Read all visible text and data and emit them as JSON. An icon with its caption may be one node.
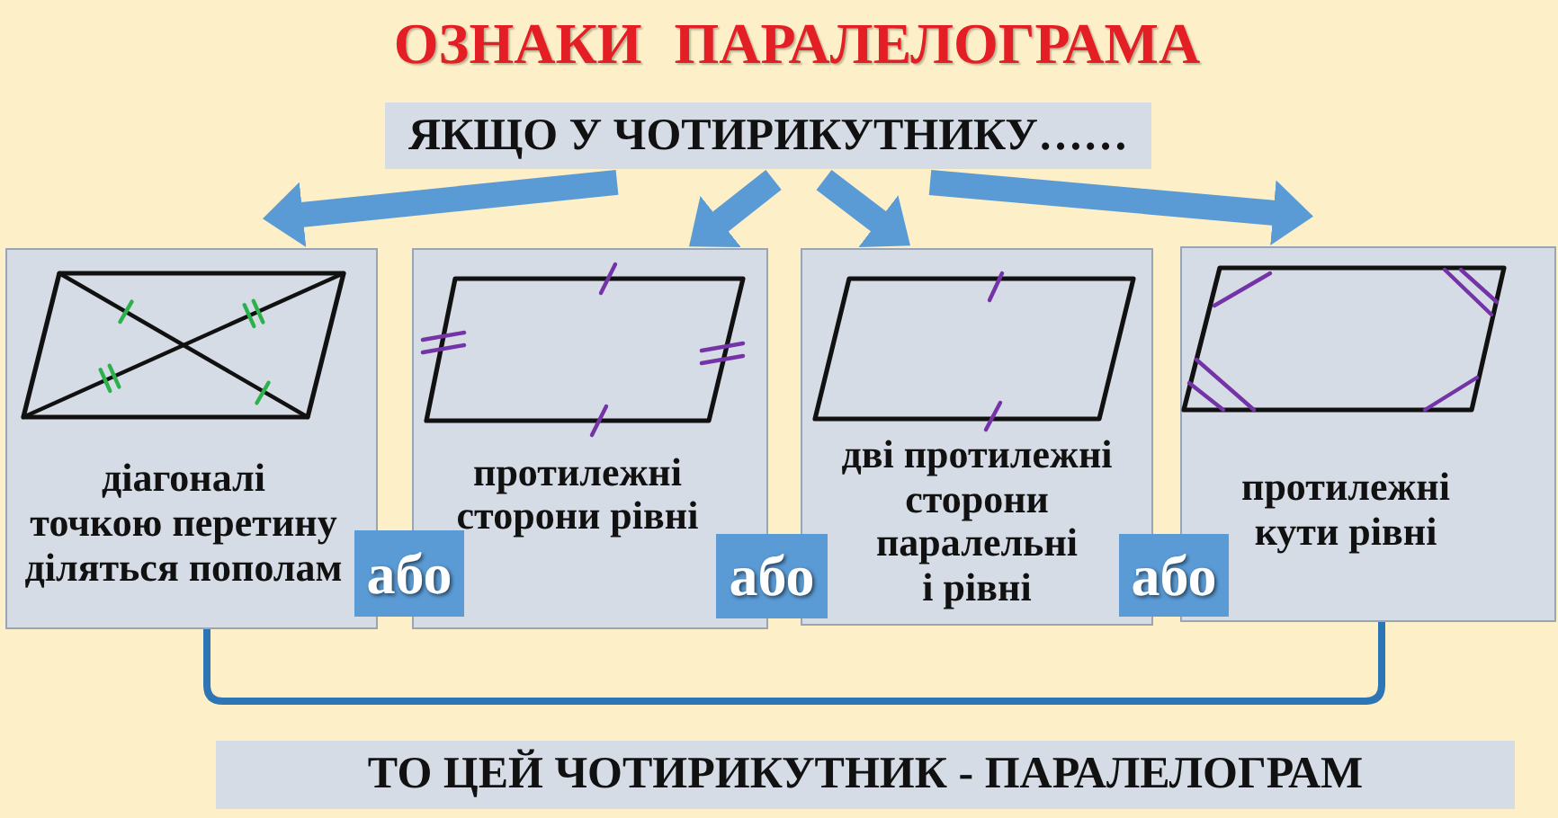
{
  "diagram": {
    "title": "ОЗНАКИ ПАРАЛЕЛОГРАМА",
    "nodes": [
      {
        "text": [
          "ЯКЩО У ЧОТИРИКУТНИКУ……"
        ]
      },
      {
        "text": [
          "діагоналі точкою перетину діляться пополам"
        ]
      },
      {
        "text": [
          "або"
        ]
      },
      {
        "text": [
          "протилежні сторони рівні"
        ]
      },
      {
        "text": [
          "або"
        ]
      },
      {
        "text": [
          "дві протилежні сторони паралельні і рівні"
        ]
      },
      {
        "text": [
          "або"
        ]
      },
      {
        "text": [
          "протилежні кути рівні"
        ]
      },
      {
        "text": [
          "ТО ЦЕЙ ЧОТИРИКУТНИК - ПАРАЛЕЛОГРАМ"
        ]
      }
    ],
    "edges": [
      {
        "from": 0,
        "to": 1,
        "arrow": "to"
      },
      {
        "from": 0,
        "to": 3,
        "arrow": "to"
      },
      {
        "from": 0,
        "to": 5,
        "arrow": "to"
      },
      {
        "from": 0,
        "to": 7,
        "arrow": "to"
      },
      {
        "from": 1,
        "to": 7,
        "arrow": "none",
        "color": "#2e75b6"
      }
    ]
  }
}
